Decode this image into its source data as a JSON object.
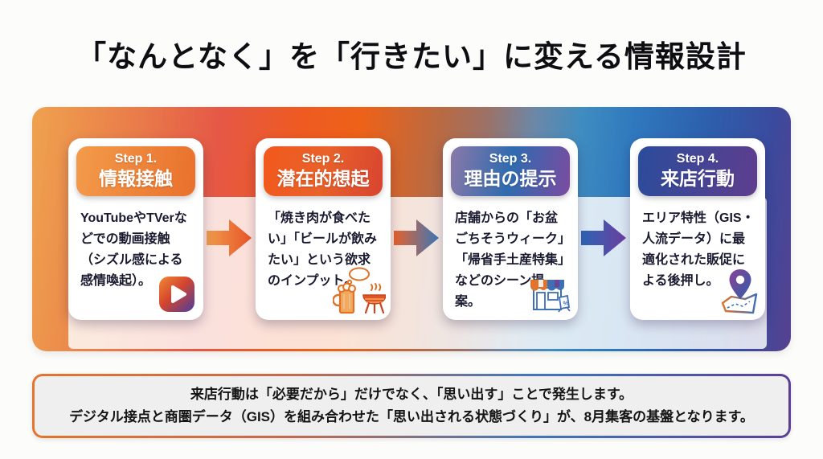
{
  "page": {
    "title": "「なんとなく」を「行きたい」に変える情報設計"
  },
  "steps": [
    {
      "label": "Step 1.",
      "name": "情報接触",
      "body": "YouTubeやTVerなどでの動画接触（シズル感による感情喚起）。",
      "icon": "youtube-play-icon",
      "header_gradient": [
        "#F39B4B",
        "#E9702C"
      ]
    },
    {
      "label": "Step 2.",
      "name": "潜在的想起",
      "body": "「焼き肉が食べたい」「ビールが飲みたい」という欲求のインプット。",
      "icon": "beer-bbq-icon",
      "header_gradient": [
        "#F2581C",
        "#E8622A",
        "#D84430"
      ]
    },
    {
      "label": "Step 3.",
      "name": "理由の提示",
      "body": "店舗からの「お盆ごちそうウィーク」「帰省手土産特集」などのシーン提案。",
      "icon": "storefront-icon",
      "header_gradient": [
        "#8A79A8",
        "#2F6BB0",
        "#7C4BA0"
      ]
    },
    {
      "label": "Step 4.",
      "name": "来店行動",
      "body": "エリア特性（GIS・人流データ）に最適化された販促による後押し。",
      "icon": "map-pin-icon",
      "header_gradient": [
        "#2B4C9B",
        "#5F3D8E"
      ]
    }
  ],
  "arrows": [
    {
      "colors": [
        "#F09C4C",
        "#E8542A"
      ]
    },
    {
      "colors": [
        "#E8622C",
        "#3A76B8"
      ]
    },
    {
      "colors": [
        "#2E64B4",
        "#6B3FA0"
      ]
    }
  ],
  "note": {
    "line1": "来店行動は「必要だから」だけでなく、「思い出す」ことで発生します。",
    "line2": "デジタル接点と商圏データ（GIS）を組み合わせた「思い出される状態づくり」が、8月集客の基盤となります。",
    "border_gradient": [
      "#E2762F",
      "#C86A4A",
      "#3E77BC",
      "#5C3E97"
    ]
  },
  "colors": {
    "band_left": "#EFA24E",
    "band_mid_orange": "#ED6218",
    "band_blue": "#2F77BE",
    "band_right": "#57408F",
    "card_background": "#FFFFFF",
    "body_text": "#191930",
    "note_background": "#F0EFEF"
  }
}
